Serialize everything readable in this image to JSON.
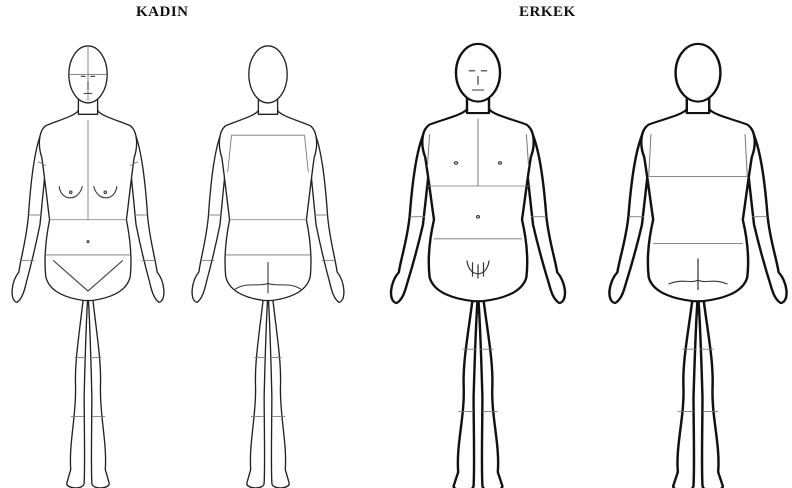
{
  "headings": {
    "female": "KADIN",
    "male": "ERKEK"
  },
  "figures": [
    {
      "group": "female",
      "view": "front"
    },
    {
      "group": "female",
      "view": "back"
    },
    {
      "group": "male",
      "view": "front"
    },
    {
      "group": "male",
      "view": "back"
    }
  ]
}
